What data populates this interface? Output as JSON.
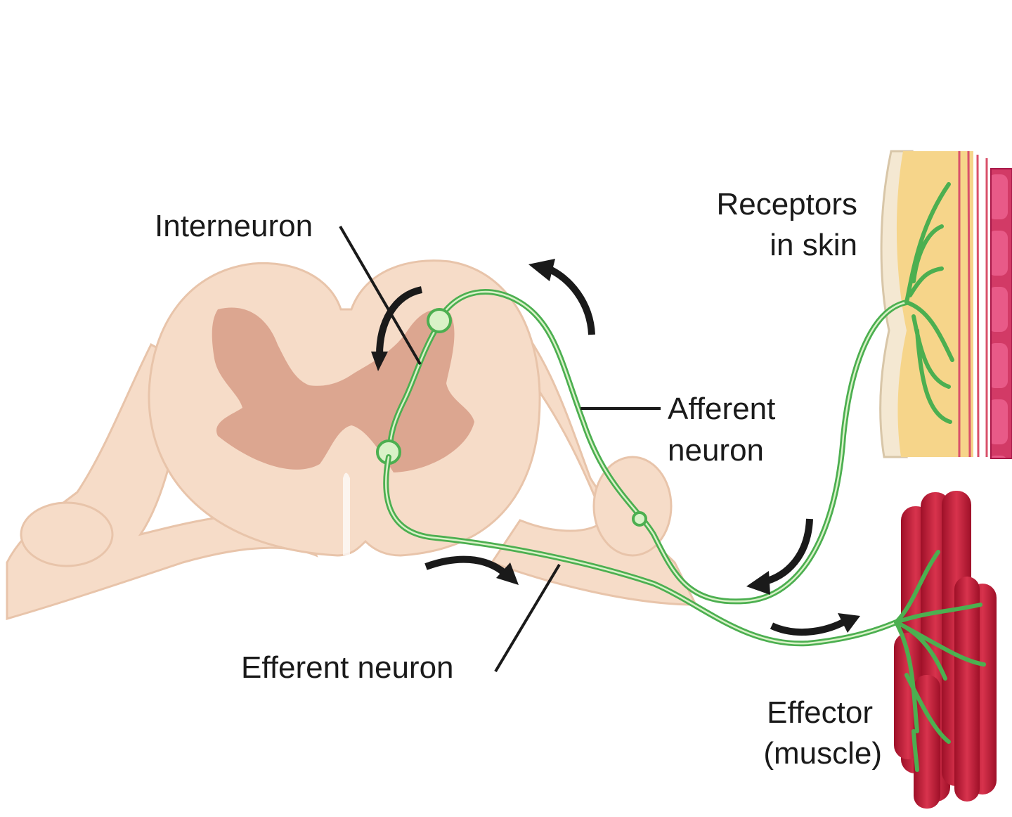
{
  "labels": {
    "interneuron": "Interneuron",
    "receptors_line1": "Receptors",
    "receptors_line2": "in skin",
    "afferent_line1": "Afferent",
    "afferent_line2": "neuron",
    "efferent": "Efferent neuron",
    "effector_line1": "Effector",
    "effector_line2": "(muscle)"
  },
  "colors": {
    "spinal_white_matter": "#f6dcc8",
    "spinal_outline": "#e8c4aa",
    "gray_matter": "#dca690",
    "neuron": "#4caf50",
    "skin_fat": "#f6d58a",
    "skin_dermis": "#e8708a",
    "muscle": "#c8203a",
    "arrow": "#1a1a1a"
  }
}
